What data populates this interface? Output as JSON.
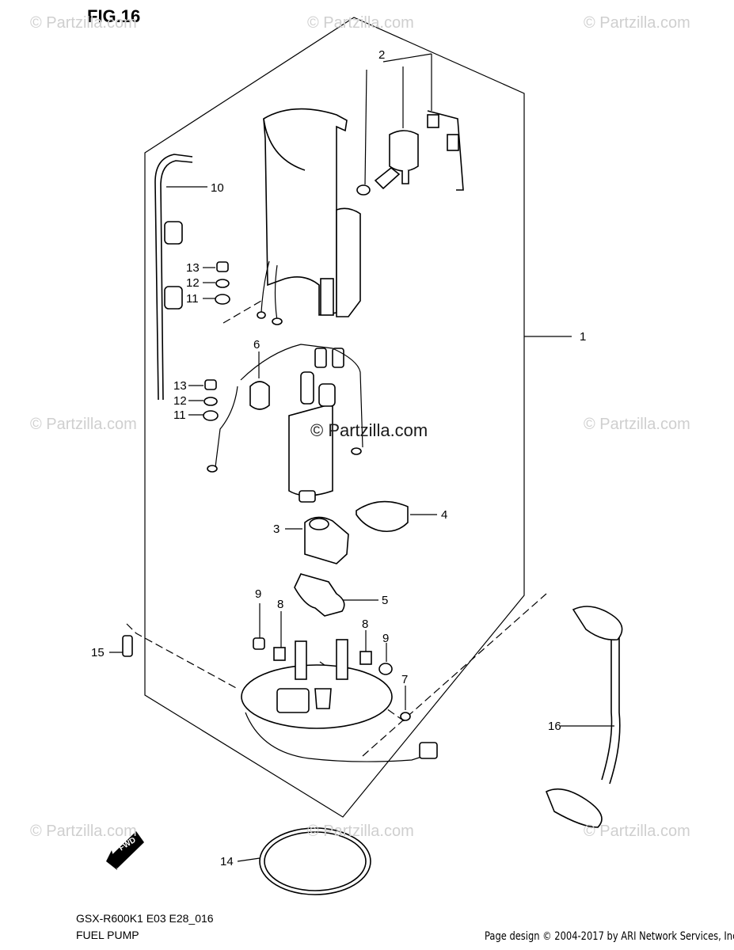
{
  "figure_title": "FIG.16",
  "watermark_text": "© Partzilla.com",
  "center_watermark": "© Partzilla.com",
  "model_code": "GSX-R600K1 E03 E28_016",
  "part_name": "FUEL PUMP",
  "copyright": "Page design © 2004-2017 by ARI Network Services, Inc.",
  "fwd_label": "FWD",
  "callouts": {
    "c1": "1",
    "c2": "2",
    "c3": "3",
    "c4": "4",
    "c5": "5",
    "c6": "6",
    "c7": "7",
    "c8a": "8",
    "c8b": "8",
    "c9a": "9",
    "c9b": "9",
    "c10": "10",
    "c11a": "11",
    "c11b": "11",
    "c12a": "12",
    "c12b": "12",
    "c13a": "13",
    "c13b": "13",
    "c14": "14",
    "c15": "15",
    "c16": "16"
  }
}
